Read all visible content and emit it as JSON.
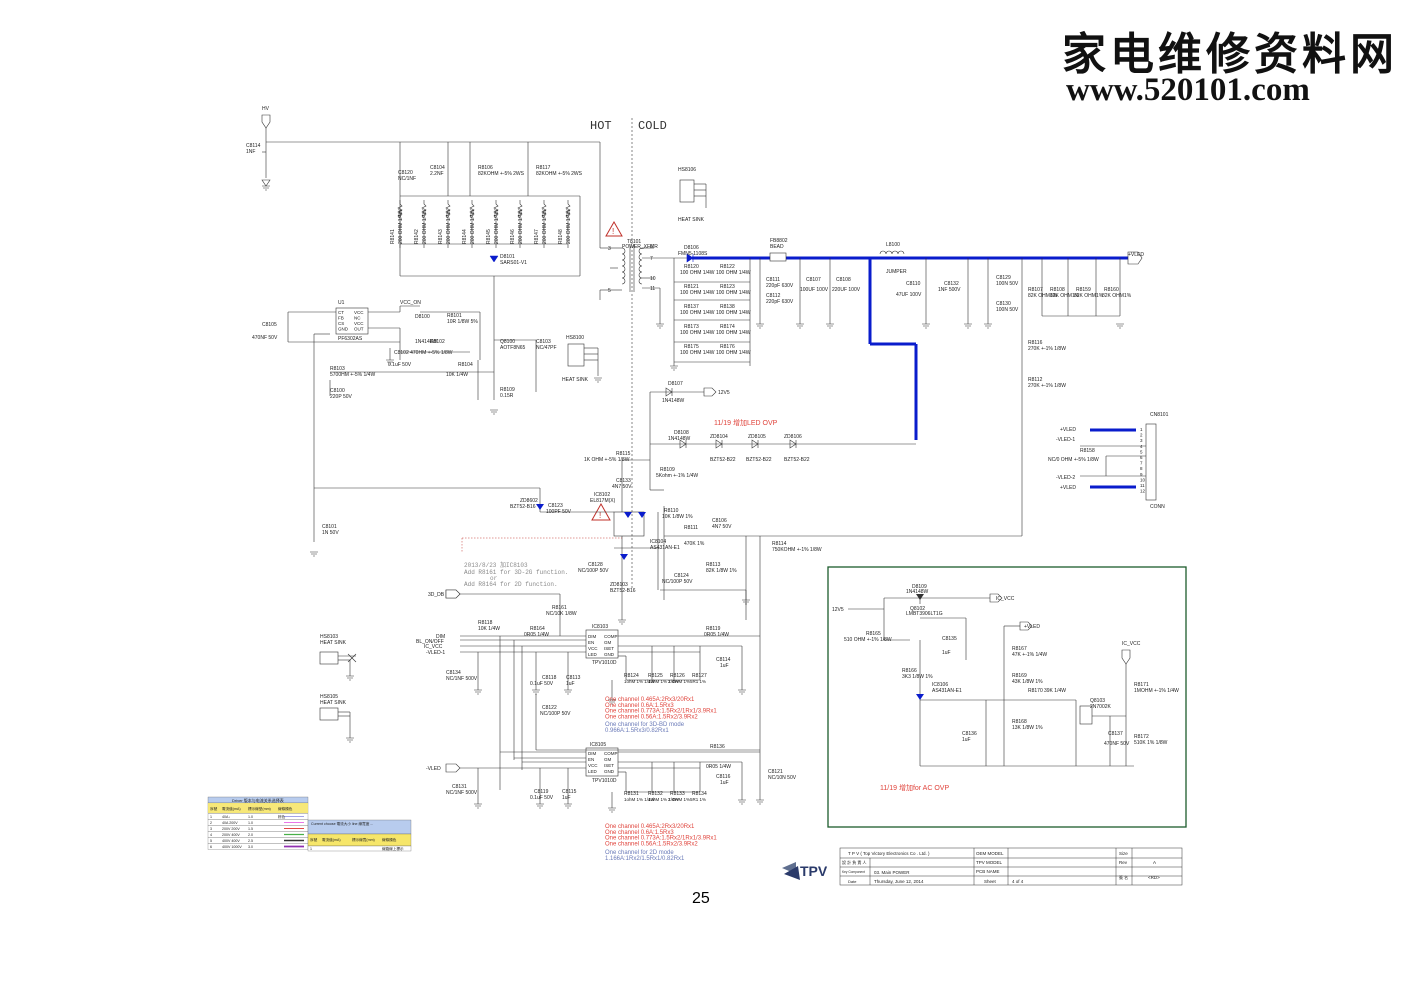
{
  "watermark": {
    "cn": "家电维修资料网",
    "url": "www.520101.com"
  },
  "page_number": "25",
  "colors": {
    "wire": "#333333",
    "bus": "#0a1ccc",
    "note_red": "#e0443c",
    "note_blue": "#6a7ab8",
    "note_gray": "#8a8a8a",
    "ovp_box": "#1c5c2c"
  },
  "zone": {
    "hot": "HOT",
    "cold": "COLD"
  },
  "nets": {
    "hv": "HV",
    "vcc_on": "VCC_ON",
    "vled_plus": "+VLED",
    "vled_minus": "-VLED",
    "vled_minus1": "-VLED-1",
    "vled_minus2": "-VLED-2",
    "v12": "12V5",
    "v12b": "12V5",
    "ic_vcc": "IC_VCC",
    "ic_vcc2": "IC_VCC",
    "db3d": "3D_DB",
    "dim": "DIM",
    "bl_onoff": "BL_ON/OFF"
  },
  "primary": {
    "c8114": [
      "C8114",
      "1NF"
    ],
    "c8120": [
      "C8120",
      "NC/1NF"
    ],
    "c8104": [
      "C8104",
      "2.2NF"
    ],
    "r8106": [
      "R8106",
      "82KOHM +-5% 2WS"
    ],
    "r8117": [
      "R8117",
      "82KOHM +-5% 2WS"
    ],
    "snubber_refs": [
      "R8141",
      "R8142",
      "R8143",
      "R8144",
      "R8145",
      "R8146",
      "R8147",
      "R8148"
    ],
    "snubber_val": "200 OHM 1/4W",
    "d8101": [
      "D8101",
      "SARS01-V1"
    ],
    "t8101": [
      "T8101",
      "POWER_XFMR"
    ],
    "u1": {
      "ref": "U1",
      "part": "PF6302AS",
      "pins_l": [
        "CT",
        "FB",
        "CS",
        "GND"
      ],
      "pins_r": [
        "VCC",
        "NC",
        "VCC",
        "OUT"
      ]
    },
    "c8105": [
      "C8105",
      "470NF 50V"
    ],
    "d8100": [
      "D8100",
      "1N4148W"
    ],
    "r8101": [
      "R8101",
      "10R 1/8W 5%"
    ],
    "r8102": "R8102",
    "c8102": "C8102 470HM +-5% 1/8W",
    "c8102b": "0.1uF 50V",
    "q8100": [
      "Q8100",
      "AOTF8N65"
    ],
    "c8103": [
      "C8103",
      "NC/47PF"
    ],
    "r8103": [
      "R8103",
      "5700HM +-5% 1/4W"
    ],
    "c8100": [
      "C8100",
      "220P 50V"
    ],
    "r8104": [
      "R8104",
      "10K 1/4W"
    ],
    "r8109": [
      "R8109",
      "0.15R"
    ],
    "c8101": [
      "C8101",
      "1N 50V"
    ],
    "hs8100": [
      "HS8100",
      "HEAT SINK"
    ]
  },
  "secondary": {
    "hs8106": [
      "HS8106",
      "HEAT SINK"
    ],
    "d8106": [
      "D8106",
      "FMN5-1108S"
    ],
    "r_net": [
      [
        "R8120",
        "100 OHM 1/4W"
      ],
      [
        "R8122",
        "100 OHM 1/4W"
      ],
      [
        "R8121",
        "100 OHM 1/4W"
      ],
      [
        "R8123",
        "100 OHM 1/4W"
      ],
      [
        "R8137",
        "100 OHM 1/4W"
      ],
      [
        "R8138",
        "100 OHM 1/4W"
      ],
      [
        "R8173",
        "100 OHM 1/4W"
      ],
      [
        "R8174",
        "100 OHM 1/4W"
      ],
      [
        "R8175",
        "100 OHM 1/4W"
      ],
      [
        "R8176",
        "100 OHM 1/4W"
      ]
    ],
    "fb8802": [
      "FB8802",
      "BEAD"
    ],
    "c8111": [
      "C8111",
      "220pF 630V"
    ],
    "c8112": [
      "C8112",
      "220pF 630V"
    ],
    "c8107": [
      "C8107",
      "100UF 100V"
    ],
    "c8108": [
      "C8108",
      "220UF 100V"
    ],
    "l8100": [
      "L8100",
      "JUMPER"
    ],
    "c8110": [
      "C8110",
      "47UF 100V"
    ],
    "c8132": [
      "C8132",
      "1NF 500V"
    ],
    "c8129": [
      "C8129",
      "100N 50V"
    ],
    "c8130": [
      "C8130",
      "100N 50V"
    ],
    "r8107": [
      "R8107",
      "82K OHM1%"
    ],
    "r8108": [
      "R8108",
      "82K OHM1%"
    ],
    "r8159": [
      "R8159",
      "82K OHM1%"
    ],
    "r8160": [
      "R8160",
      "82K OHM1%"
    ],
    "r8116": [
      "R8116",
      "270K +-1% 1/8W"
    ],
    "r8112": [
      "R8112",
      "270K +-1% 1/8W"
    ],
    "d8107": [
      "D8107",
      "1N4148W"
    ],
    "d8108": [
      "D8108",
      "1N4148W"
    ],
    "zd8104": [
      "ZD8104",
      "BZT52-B22"
    ],
    "zd8105": [
      "ZD8105",
      "BZT52-B22"
    ],
    "zd8106": [
      "ZD8106",
      "BZT52-B22"
    ],
    "ovp_note": "11/19 增加LED OVP",
    "r8115": [
      "R8115",
      "1K OHM +-5% 1/8W"
    ],
    "r8109b": [
      "R8109",
      "5Kohm +-1% 1/4W"
    ],
    "c8133": [
      "C8133",
      "4N7 50V"
    ],
    "ic8102": [
      "IC8102",
      "EL817M(X)"
    ],
    "zd8602": [
      "ZD8602",
      "BZT52-B16"
    ],
    "c8123": [
      "C8123",
      "100PF 50V"
    ],
    "r8110": [
      "R8110",
      "10K 1/8W 1%"
    ],
    "r8111": [
      "R8111",
      "470K 1%"
    ],
    "c8106": [
      "C8106",
      "4N7 50V"
    ],
    "ic8104": [
      "IC8104",
      "AS431AN-E1"
    ],
    "r8114": [
      "R8114",
      "750KOHM +-1% 1/8W"
    ],
    "c8128": [
      "C8128",
      "NC/100P 50V"
    ],
    "r8113": [
      "R8113",
      "82K 1/8W 1%"
    ],
    "c8124": [
      "C8124",
      "NC/100P 50V"
    ],
    "zd8103": [
      "ZD8103",
      "BZT52-B16"
    ],
    "note_3d": [
      "2013/8/23  加IC8103",
      "Add R8161 for 3D-2G function.",
      "or",
      "Add R8164 for 2D function."
    ],
    "cn8101": [
      "CN8101",
      "CONN"
    ],
    "cn_pins": [
      "1",
      "2",
      "3",
      "4",
      "5",
      "6",
      "7",
      "8",
      "9",
      "10",
      "11",
      "12"
    ],
    "r8158": [
      "R8158",
      "NC/0 OHM +-5% 1/8W"
    ]
  },
  "drivers": {
    "r8161": [
      "R8161",
      "NC/10K 1/8W"
    ],
    "r8118": [
      "R8118",
      "10K 1/4W"
    ],
    "r8164": [
      "R8164",
      "0R05 1/4W"
    ],
    "ic8103": [
      "IC8103",
      "TPV1010D"
    ],
    "ic8105": [
      "IC8105",
      "TPV1010D"
    ],
    "ic_pins_l": [
      "DIM",
      "EN",
      "VCC",
      "LED"
    ],
    "ic_pins_r": [
      "COMP",
      "GM",
      "ISET",
      "GND"
    ],
    "r8119": [
      "R8119",
      "0R05 1/4W"
    ],
    "c8114b": [
      "C8114",
      "1uF"
    ],
    "hs8103": [
      "HS8103",
      "HEAT SINK"
    ],
    "hs8105": [
      "HS8105",
      "HEAT SINK"
    ],
    "c8134": [
      "C8134",
      "NC/1NF 500V"
    ],
    "c8118": [
      "C8118",
      "0.1uF 50V"
    ],
    "c8113": [
      "C8113",
      "1uF"
    ],
    "r_set1": [
      [
        "R8124",
        "1ohM 1% 1/4W"
      ],
      [
        "R8125",
        "1ohM 1% 1/4W"
      ],
      [
        "R8126",
        "2 OHM 1%"
      ],
      [
        "R8127",
        "5R1 1%"
      ]
    ],
    "c8122": [
      "C8122",
      "NC/100P 50V"
    ],
    "notes1": [
      "One channel 0.465A:2Rx3/20Rx1",
      "One channel 0.6A:1.5Rx3",
      "One channel 0.773A:1.5Rx2/1Rx1/3.9Rx1",
      "One channel 0.56A:1.5Rx2/3.9Rx2"
    ],
    "notes1b": [
      "One channel for 3D-BD mode",
      "0.966A:1.5Rx3/0.82Rx1"
    ],
    "r8136": [
      "R8136",
      "0R05 1/4W"
    ],
    "c8116": [
      "C8116",
      "1uF"
    ],
    "c8121": [
      "C8121",
      "NC/10N 50V"
    ],
    "c8131": [
      "C8131",
      "NC/1NF 500V"
    ],
    "c8119": [
      "C8119",
      "0.1uF 50V"
    ],
    "c8115": [
      "C8115",
      "1uF"
    ],
    "r_set2": [
      [
        "R8131",
        "1ohM 1% 1/4W"
      ],
      [
        "R8132",
        "1ohM 1% 1/4W"
      ],
      [
        "R8133",
        "2 OHM 1%"
      ],
      [
        "R8134",
        "5R1 1%"
      ]
    ],
    "notes2": [
      "One channel 0.465A:2Rx3/20Rx1",
      "One channel 0.6A:1.5Rx3",
      "One channel 0.773A:1.5Rx2/1Rx1/3.9Rx1",
      "One channel 0.56A:1.5Rx2/3.9Rx2"
    ],
    "notes2b": [
      "One channel for 2D mode",
      "1.166A:1Rx2/1.5Rx1/0.82Rx1"
    ]
  },
  "acovp": {
    "note": "11/19 增加for AC OVP",
    "d8109": [
      "D8109",
      "1N4148W"
    ],
    "q8102": [
      "Q8102",
      "LMBT3906LT1G"
    ],
    "r8165": [
      "R8165",
      "510 OHM +-1% 1/8W"
    ],
    "c8135": [
      "C8135",
      "1uF"
    ],
    "r8166": [
      "R8166",
      "3K3 1/8W 1%"
    ],
    "ic8106": [
      "IC8106",
      "AS431AN-E1"
    ],
    "r8167": [
      "R8167",
      "47K +-1% 1/4W"
    ],
    "r8169": [
      "R8169",
      "43K 1/8W 1%"
    ],
    "r8170": [
      "R8170",
      "39K 1/4W"
    ],
    "r8168": [
      "R8168",
      "13K 1/8W 1%"
    ],
    "c8136": [
      "C8136",
      "1uF"
    ],
    "q8103": [
      "Q8103",
      "2N7002K"
    ],
    "c8137": [
      "C8137",
      "470NF 50V"
    ],
    "r8171": [
      "R8171",
      "1MOHM +-1% 1/4W"
    ],
    "r8172": [
      "R8172",
      "510K 1% 1/8W"
    ]
  },
  "legend_table": {
    "title": "Driver 版本与电流关系选择表",
    "headers": [
      "序號",
      "電流值(mA)",
      "標示線型(mm)",
      "線條顏色"
    ],
    "rows": [
      [
        "1",
        "40A↓",
        "1.0",
        "棕色"
      ],
      [
        "2",
        "40A 200V",
        "1.0",
        ""
      ],
      [
        "3",
        "200V 200V",
        "1.5",
        ""
      ],
      [
        "4",
        "200V 400V",
        "2.0",
        ""
      ],
      [
        "5",
        "400V 400V",
        "2.5",
        ""
      ],
      [
        "6",
        "400V 1000V",
        "3.0",
        ""
      ]
    ],
    "rows_colors": [
      "#4848d0",
      "#e048e0",
      "#e04848",
      "#48b048",
      "#303030",
      "#9030b0"
    ],
    "sub_title": "Current choose 電流大小 line 線寬度 ...",
    "sub_headers": [
      "序號",
      "電流值(mA)",
      "標示線寬(mm)",
      "線條顏色"
    ],
    "sub_row": [
      "1",
      "",
      "",
      "線路線上標示"
    ]
  },
  "title_block": {
    "company": "T P V  ( Top  Victory  Electronics  Co .  Ltd. )",
    "logo": "TPV",
    "oem_model_label": "OEM MODEL",
    "tpv_model_label": "TPV MODEL",
    "pcb_name_label": "PCB NAME",
    "size_label": "Size",
    "rev_label": "Rev",
    "rev_value": "A",
    "key_component": "Key Component",
    "drawing_name": "03. Main POWER",
    "date_label": "Date",
    "date_value": "Thursday, June 12, 2014",
    "sheet_label": "Sheet",
    "sheet_value": "4   of   4",
    "approval": "<RD>",
    "label_cn1": "設 計 負 責 人",
    "label_cn2": "簽 名"
  }
}
